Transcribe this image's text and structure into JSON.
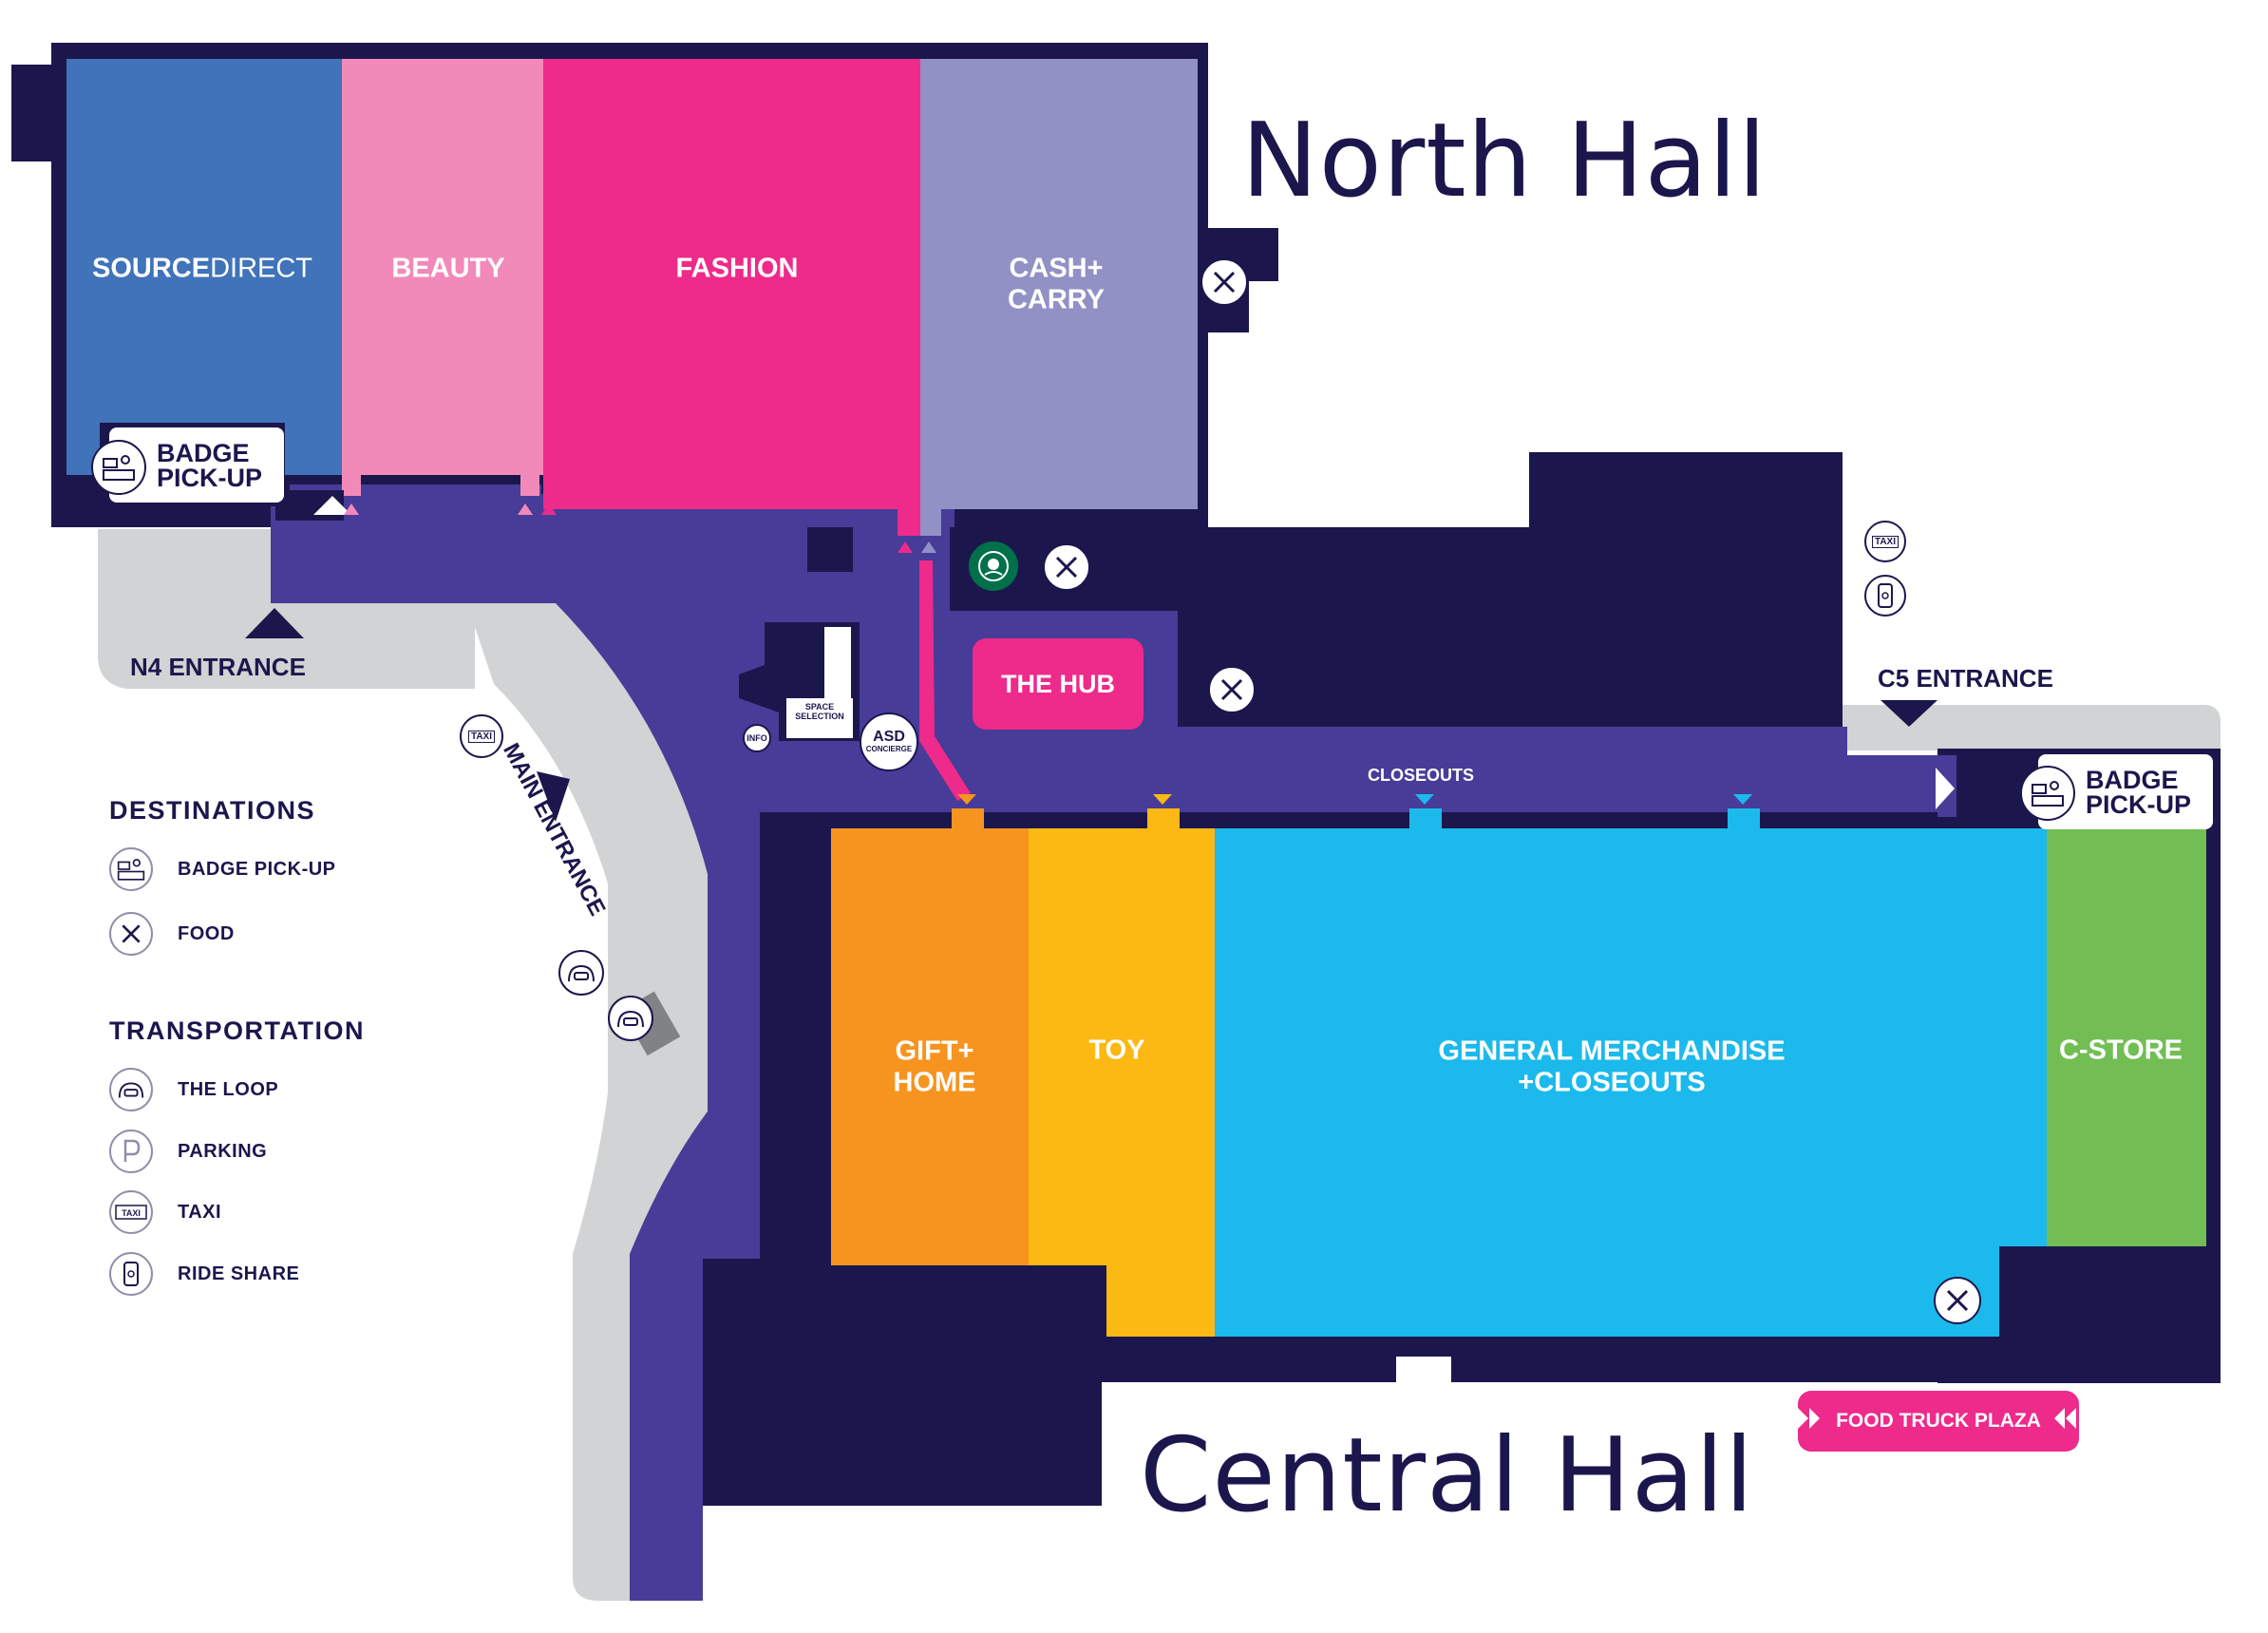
{
  "halls": {
    "north_title": "North Hall",
    "central_title": "Central Hall"
  },
  "zones": {
    "sourcedirect_bold": "SOURCE",
    "sourcedirect_light": "DIRECT",
    "beauty": "BEAUTY",
    "fashion": "FASHION",
    "cash_carry": "CASH+\nCARRY",
    "gift_home": "GIFT+\nHOME",
    "toy": "TOY",
    "general_merch": "GENERAL MERCHANDISE\n+CLOSEOUTS",
    "c_store": "C-STORE"
  },
  "labels": {
    "hub": "THE HUB",
    "closeouts": "CLOSEOUTS",
    "food_truck_plaza": "FOOD TRUCK PLAZA",
    "n4_entrance": "N4 ENTRANCE",
    "c5_entrance": "C5 ENTRANCE",
    "main_entrance": "MAIN ENTRANCE",
    "badge_pickup_1": "BADGE\nPICK-UP",
    "badge_pickup_2": "BADGE\nPICK-UP",
    "info": "INFO",
    "space_selection": "SPACE\nSELECTION",
    "asd": "ASD",
    "concierge": "CONCIERGE",
    "taxi_sign": "TAXI"
  },
  "legend": {
    "destinations_heading": "DESTINATIONS",
    "transportation_heading": "TRANSPORTATION",
    "items": [
      {
        "label": "BADGE PICK-UP",
        "icon": "badge-pickup-icon"
      },
      {
        "label": "FOOD",
        "icon": "food-icon"
      },
      {
        "label": "THE LOOP",
        "icon": "loop-icon"
      },
      {
        "label": "PARKING",
        "icon": "parking-icon"
      },
      {
        "label": "TAXI",
        "icon": "taxi-icon"
      },
      {
        "label": "RIDE SHARE",
        "icon": "ride-share-icon"
      }
    ]
  },
  "colors": {
    "navy": "#1b174d",
    "purple": "#473c98",
    "gray": "#d1d3d4",
    "sourcedirect": "#4073b9",
    "beauty": "#f28ab9",
    "fashion": "#ee2a8a",
    "cash_carry": "#9191c6",
    "gift_home": "#f6941f",
    "toy": "#fcb813",
    "general_merch": "#1cb9ec",
    "c_store": "#72be54",
    "starbucks": "#00704a"
  }
}
